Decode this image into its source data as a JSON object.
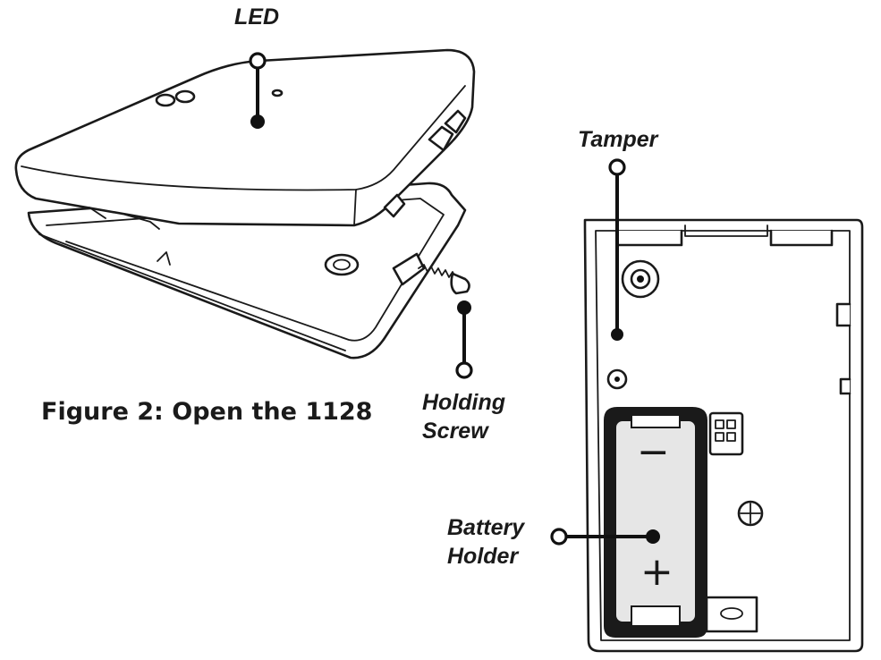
{
  "figure": {
    "caption": "Figure 2: Open the 1128"
  },
  "callouts": {
    "led": "LED",
    "tamper": "Tamper",
    "holding_screw_line1": "Holding",
    "holding_screw_line2": "Screw",
    "battery_holder_line1": "Battery",
    "battery_holder_line2": "Holder"
  },
  "battery": {
    "minus_symbol": "−",
    "plus_symbol": "+"
  },
  "colors": {
    "line": "#1a1a1a",
    "background": "#ffffff",
    "battery_fill": "#e6e6e6"
  }
}
